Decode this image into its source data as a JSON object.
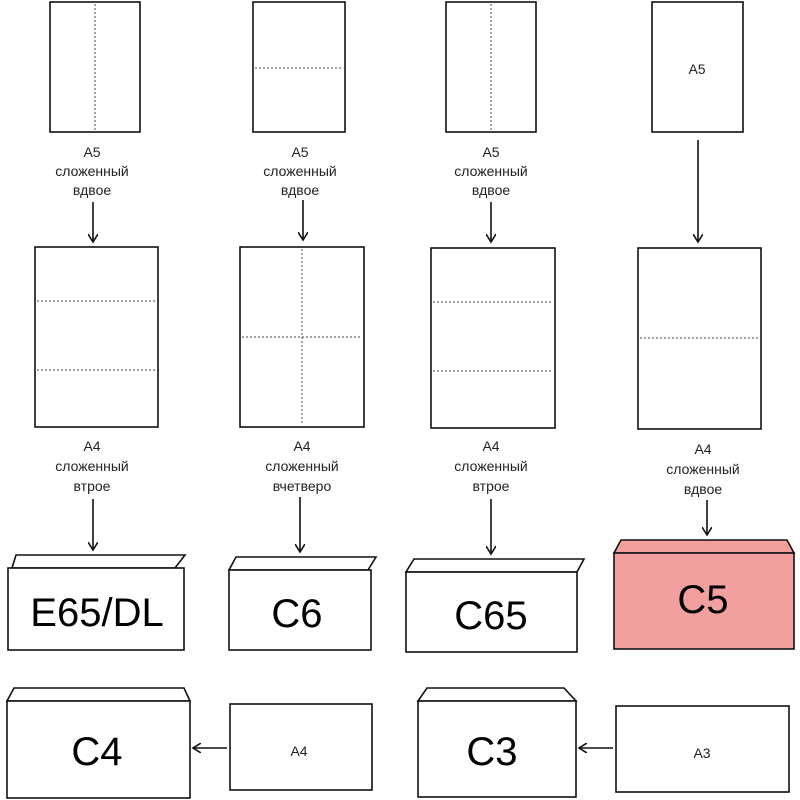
{
  "columns": [
    {
      "top_sheet": {
        "label": "",
        "fold": "vertical"
      },
      "top_caption": [
        "A5",
        "сложенный",
        "вдвое"
      ],
      "mid_sheet": {
        "fold": "horizontal-thirds"
      },
      "mid_caption": [
        "A4",
        "сложенный",
        "втрое"
      ],
      "envelope": "E65/DL"
    },
    {
      "top_sheet": {
        "label": "",
        "fold": "horizontal"
      },
      "top_caption": [
        "A5",
        "сложенный",
        "вдвое"
      ],
      "mid_sheet": {
        "fold": "quarters"
      },
      "mid_caption": [
        "A4",
        "сложенный",
        "вчетверо"
      ],
      "envelope": "C6"
    },
    {
      "top_sheet": {
        "label": "",
        "fold": "vertical"
      },
      "top_caption": [
        "A5",
        "сложенный",
        "вдвое"
      ],
      "mid_sheet": {
        "fold": "horizontal-thirds"
      },
      "mid_caption": [
        "A4",
        "сложенный",
        "втрое"
      ],
      "envelope": "C65"
    },
    {
      "top_sheet": {
        "label": "A5",
        "fold": "none"
      },
      "top_caption": [],
      "mid_sheet": {
        "fold": "horizontal"
      },
      "mid_caption": [
        "A4",
        "сложенный",
        "вдвое"
      ],
      "envelope": "C5",
      "highlight_color": "#f2a09f"
    }
  ],
  "bottom": [
    {
      "envelope": "C4",
      "sheet": "A4"
    },
    {
      "envelope": "C3",
      "sheet": "A3"
    }
  ]
}
